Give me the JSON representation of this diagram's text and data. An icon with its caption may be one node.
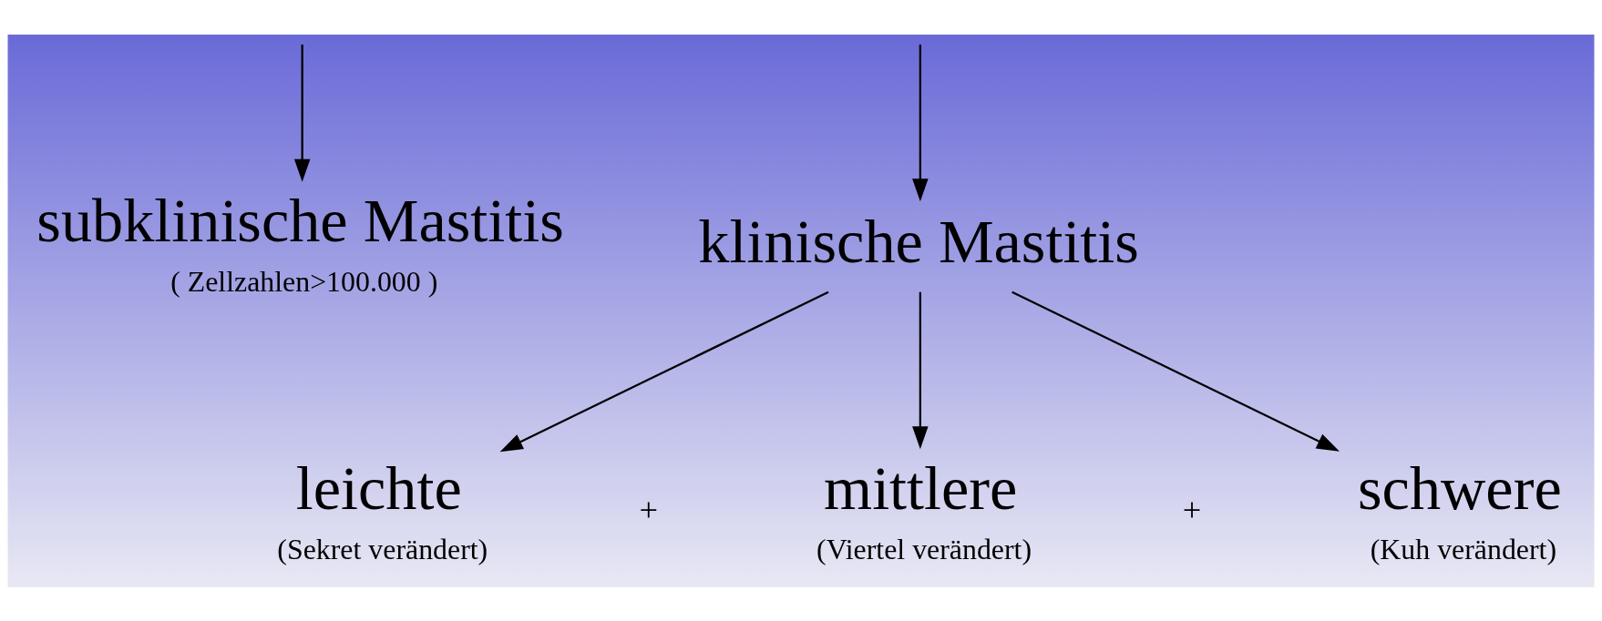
{
  "diagram": {
    "nodes": [
      {
        "text": [
          "subklinische Mastitis"
        ],
        "beside": [
          "( Zellzahlen>100.000 )"
        ]
      },
      {
        "text": [
          "klinische Mastitis"
        ]
      },
      {
        "text": [
          "leichte"
        ],
        "beside": [
          "(Sekret verändert)"
        ]
      },
      {
        "text": [
          "mittlere"
        ],
        "beside": [
          "(Viertel verändert)"
        ]
      },
      {
        "text": [
          "schwere"
        ],
        "beside": [
          "(Kuh verändert)"
        ]
      }
    ],
    "edges": [
      {
        "from": null,
        "to": 0,
        "arrow": "to"
      },
      {
        "from": null,
        "to": 1,
        "arrow": "to"
      },
      {
        "from": 1,
        "to": 2,
        "arrow": "to"
      },
      {
        "from": 1,
        "to": 3,
        "arrow": "to"
      },
      {
        "from": 1,
        "to": 4,
        "arrow": "to"
      }
    ],
    "labels": [
      "+",
      "+"
    ]
  }
}
